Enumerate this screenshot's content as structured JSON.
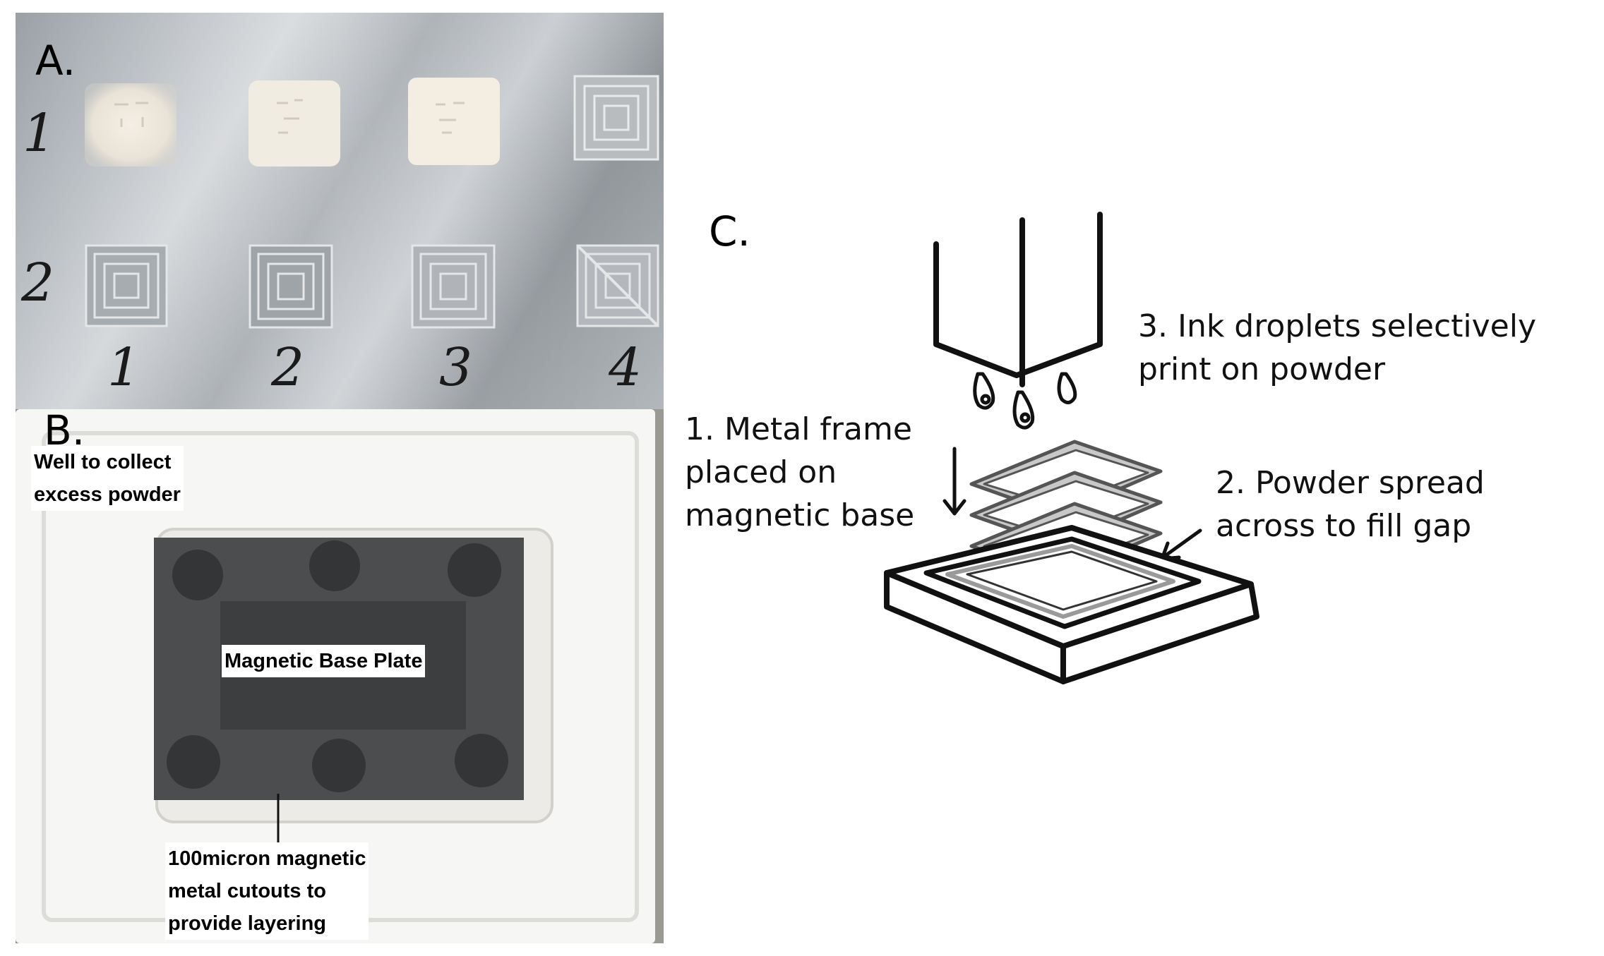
{
  "panel_a": {
    "letter": "A.",
    "row_labels": [
      "1",
      "2"
    ],
    "column_labels": [
      "1",
      "2",
      "3",
      "4"
    ]
  },
  "panel_b": {
    "letter": "B.",
    "well_label": [
      "Well to collect",
      "excess powder"
    ],
    "plate_label": "Magnetic Base Plate",
    "cutout_label": [
      "100micron magnetic",
      "metal cutouts to",
      "provide layering"
    ]
  },
  "panel_c": {
    "letter": "C.",
    "step1": [
      "1. Metal frame",
      "placed on",
      "magnetic base"
    ],
    "step2": [
      "2. Powder spread",
      "across to fill gap"
    ],
    "step3": [
      "3. Ink droplets selectively",
      "print on powder"
    ]
  },
  "colors": {
    "frame_gray": "#a0a0a0",
    "ink": "#111111",
    "plate_dark": "#4b4d4f",
    "tray_white": "#f6f6f4"
  }
}
